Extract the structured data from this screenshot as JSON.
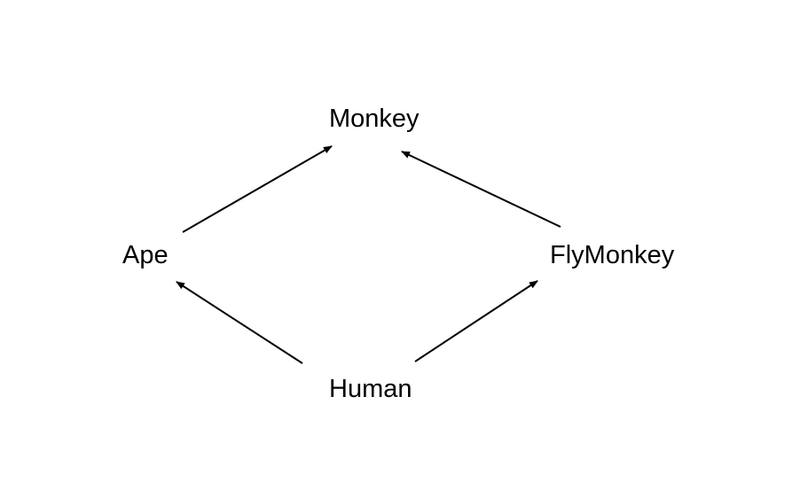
{
  "diagram": {
    "nodes": [
      {
        "id": "monkey",
        "label": "Monkey"
      },
      {
        "id": "ape",
        "label": "Ape"
      },
      {
        "id": "flymonkey",
        "label": "FlyMonkey"
      },
      {
        "id": "human",
        "label": "Human"
      }
    ],
    "edges": [
      {
        "from": "ape",
        "to": "monkey"
      },
      {
        "from": "flymonkey",
        "to": "monkey"
      },
      {
        "from": "human",
        "to": "ape"
      },
      {
        "from": "human",
        "to": "flymonkey"
      }
    ],
    "colors": {
      "line": "#000000",
      "text": "#000000",
      "background": "#ffffff"
    }
  }
}
